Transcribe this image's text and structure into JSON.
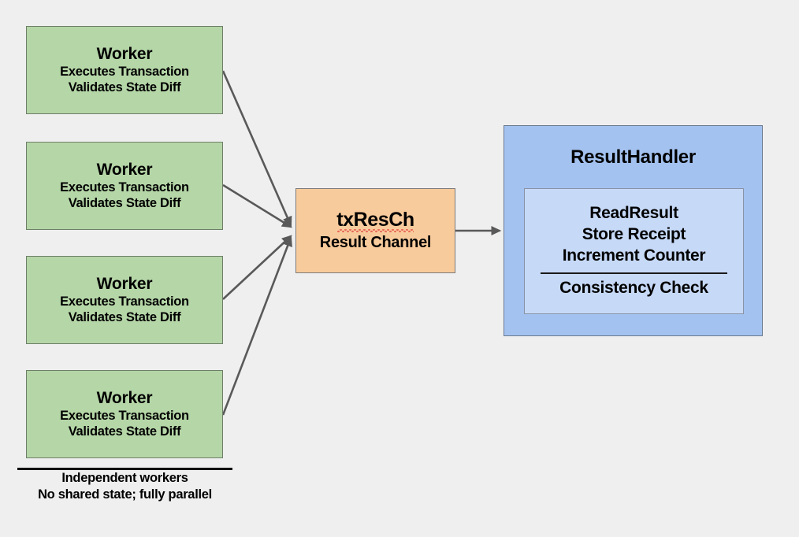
{
  "diagram": {
    "background_color": "#efefef",
    "edge_color": "#595959",
    "workers": [
      {
        "title": "Worker",
        "line_1": "Executes Transaction",
        "line_2": "Validates State Diff",
        "fill_color": "#b5d6a7"
      },
      {
        "title": "Worker",
        "line_1": "Executes Transaction",
        "line_2": "Validates State Diff",
        "fill_color": "#b5d6a7"
      },
      {
        "title": "Worker",
        "line_1": "Executes Transaction",
        "line_2": "Validates State Diff",
        "fill_color": "#b5d6a7"
      },
      {
        "title": "Worker",
        "line_1": "Executes Transaction",
        "line_2": "Validates State Diff",
        "fill_color": "#b5d6a7"
      }
    ],
    "channel": {
      "title": "txResCh",
      "subtitle": "Result Channel",
      "fill_color": "#f8cb9c",
      "spellcheck_underline": true
    },
    "handler": {
      "title": "ResultHandler",
      "fill_color": "#a3c2f0",
      "inner_fill_color": "#c6d9f7",
      "operations": [
        "ReadResult",
        "Store Receipt",
        "Increment Counter"
      ],
      "divider": true,
      "check": "Consistency Check"
    },
    "footer": {
      "line_1": "Independent workers",
      "line_2": "No shared state; fully parallel"
    }
  }
}
